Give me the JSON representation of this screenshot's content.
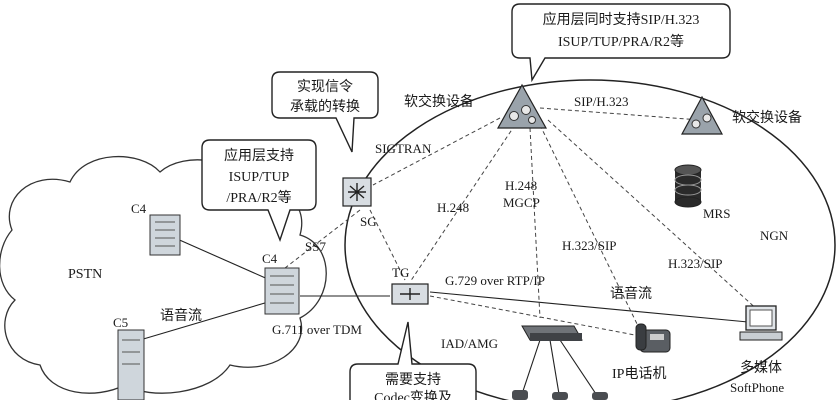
{
  "callouts": {
    "app_layer_sync": [
      "应用层同时支持SIP/H.323",
      "ISUP/TUP/PRA/R2等"
    ],
    "signaling_conv": [
      "实现信令",
      "承载的转换"
    ],
    "app_layer": [
      "应用层支持",
      "ISUP/TUP",
      "/PRA/R2等"
    ],
    "codec": [
      "需要支持",
      "Codec变换及"
    ]
  },
  "labels": {
    "softswitch_left": "软交换设备",
    "softswitch_right": "软交换设备",
    "sip_h323_top": "SIP/H.323",
    "sigtran": "SIGTRAN",
    "sg": "SG",
    "ss7": "SS7",
    "c4_top": "C4",
    "c4_mid": "C4",
    "c5": "C5",
    "pstn": "PSTN",
    "voice_left": "语音流",
    "g711": "G.711 over TDM",
    "tg": "TG",
    "h248_left": "H.248",
    "h248_mgcp": [
      "H.248",
      "MGCP"
    ],
    "h323_sip_mid": "H.323/SIP",
    "h323_sip_right": "H.323/SIP",
    "g729": "G.729 over RTP/IP",
    "voice_right": "语音流",
    "mrs": "MRS",
    "ngn": "NGN",
    "iad_amg": "IAD/AMG",
    "ip_phone": "IP电话机",
    "multimedia": "多媒体",
    "softphone": "SoftPhone"
  }
}
